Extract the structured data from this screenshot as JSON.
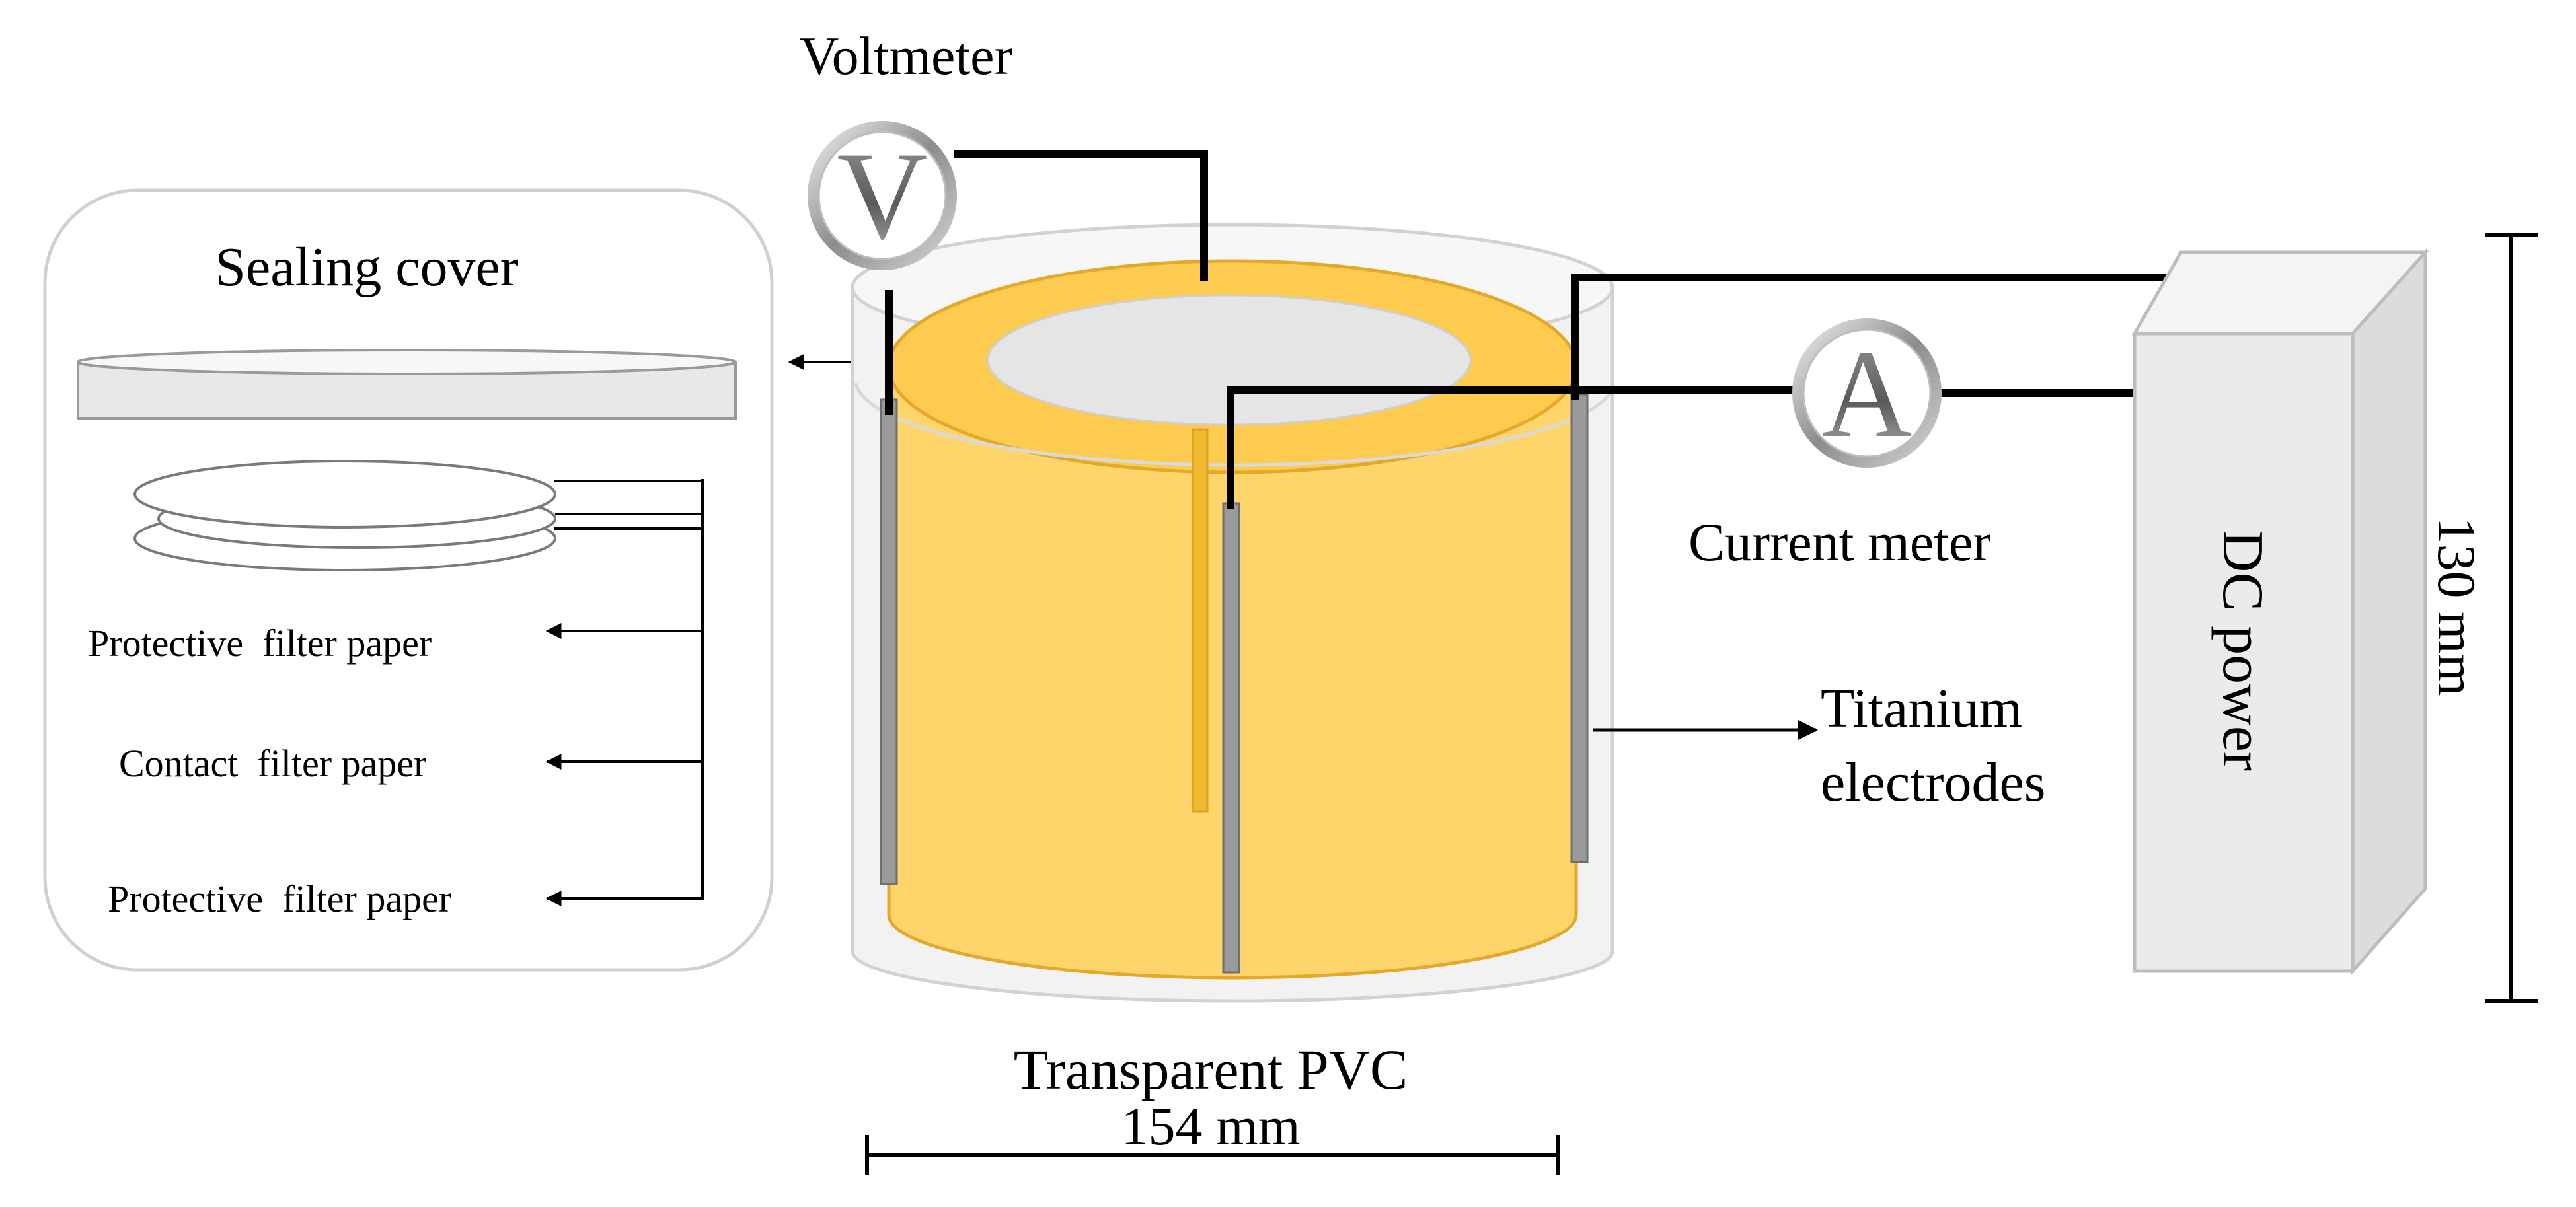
{
  "labels": {
    "voltmeter": "Voltmeter",
    "voltmeter_symbol": "V",
    "current_meter": "Current meter",
    "ammeter_symbol": "A",
    "sealing_cover": "Sealing cover",
    "protective_filter_paper_top": "Protective  filter paper",
    "contact_filter_paper": "Contact  filter paper",
    "protective_filter_paper_bottom": "Protective  filter paper",
    "titanium_electrodes_line1": "Titanium",
    "titanium_electrodes_line2": "electrodes",
    "dc_power": "DC power",
    "transparent_pvc": "Transparent PVC",
    "width_dimension": "154 mm",
    "height_dimension": "130 mm"
  },
  "colors": {
    "soil_fill": "#FDD56B",
    "soil_edge": "#E4A92A",
    "container": "#F2F2F2",
    "container_edge": "#CFCFCF",
    "electrode": "#9A9A9A",
    "dc_box": "#EBEBEB",
    "wire": "#000000"
  }
}
